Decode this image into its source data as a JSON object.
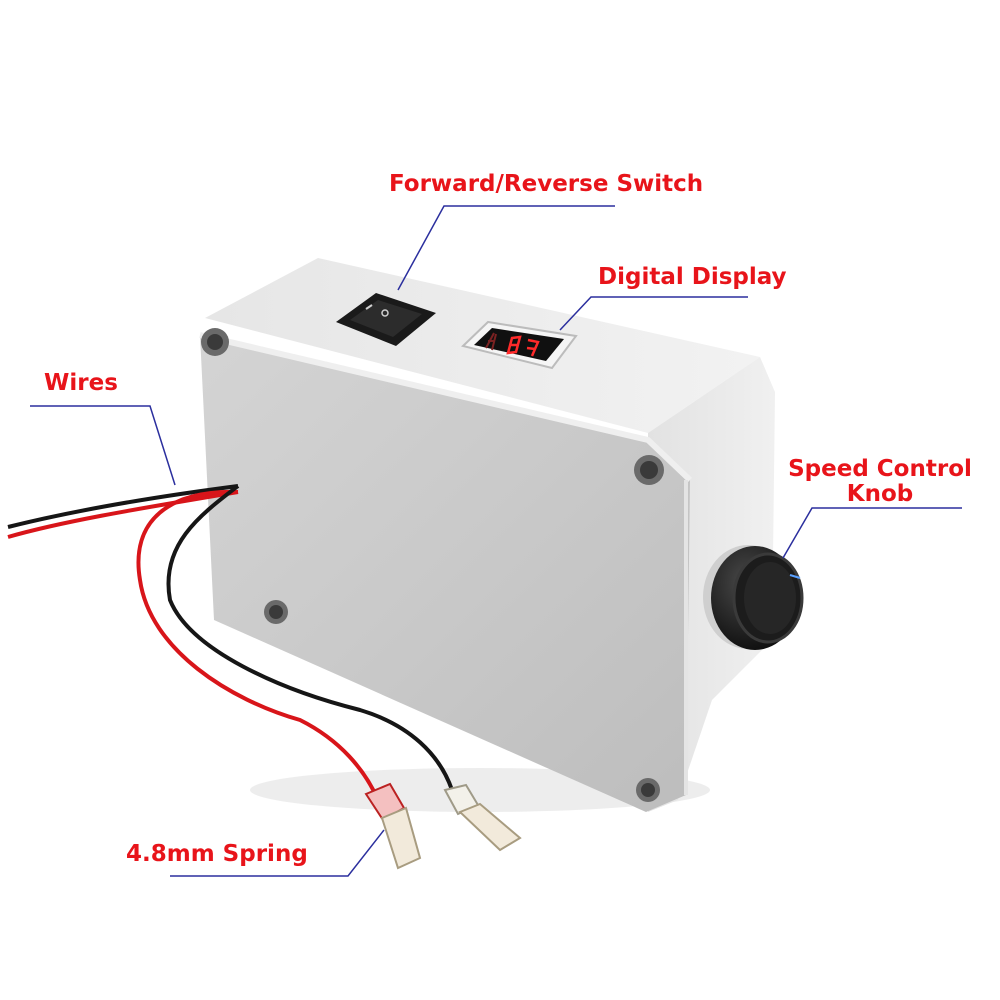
{
  "colors": {
    "label_text": "#e8141a",
    "leader_line": "#2b2f9e",
    "enclosure_top": "#e9e9e9",
    "enclosure_side": "#d6d6d6",
    "enclosure_lid": "#cacaca",
    "wire_red": "#d8151a",
    "wire_black": "#161616",
    "display_digits": "#ff2a2a"
  },
  "labels": {
    "switch": "Forward/Reverse Switch",
    "display": "Digital Display",
    "wires": "Wires",
    "knob_line1": "Speed Control",
    "knob_line2": "Knob",
    "spring": "4.8mm Spring"
  },
  "icons": {
    "switch": "rocker-switch-icon",
    "display": "seven-segment-display-icon",
    "knob": "rotary-knob-icon",
    "terminal": "spade-terminal-icon"
  }
}
